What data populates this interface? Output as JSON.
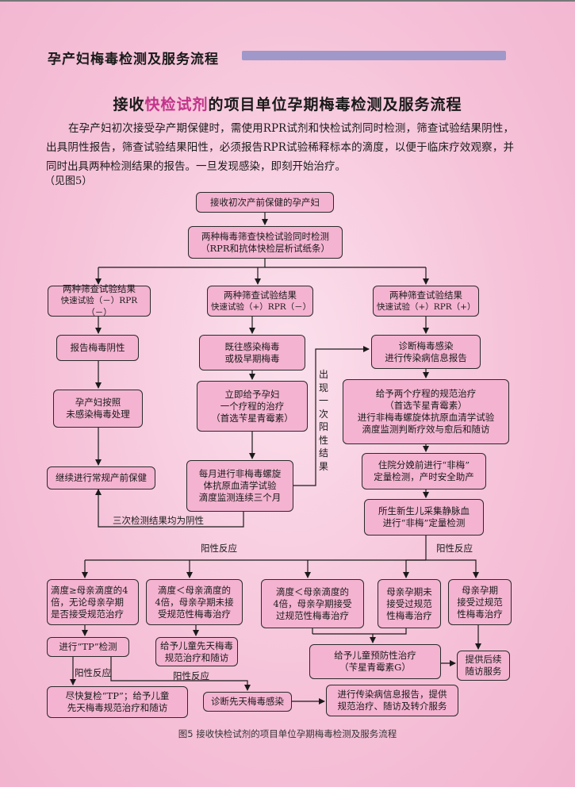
{
  "header": {
    "title": "孕产妇梅毒检测及服务流程"
  },
  "title": {
    "prefix": "接收",
    "highlight": "快检试剂",
    "suffix": "的项目单位孕期梅毒检测及服务流程"
  },
  "intro": "在孕产妇初次接受孕产期保健时，需使用RPR试剂和快检试剂同时检测，筛查试验结果阴性，出具阴性报告，筛查试验结果阳性，必须报告RPR试验稀释标本的滴度，以便于临床疗效观察，并同时出具两种检测结果的报告。一旦发现感染，即刻开始治疗。",
  "see_figure": "（见图5）",
  "nodes": {
    "n1": {
      "l1": "接收初次产前保健的孕产妇"
    },
    "n2": {
      "l1": "两种梅毒筛查快检试验同时检测",
      "l2": "（RPR和抗体快检层析试纸条）"
    },
    "n3a": {
      "l1": "两种筛查试验结果",
      "l2": "快速试验（－）RPR（－）"
    },
    "n3b": {
      "l1": "两种筛查试验结果",
      "l2": "快速试验（+）RPR（－）"
    },
    "n3c": {
      "l1": "两种筛查试验结果",
      "l2": "快速试验（+）RPR（+）"
    },
    "n4a": {
      "l1": "报告梅毒阴性"
    },
    "n4b": {
      "l1": "既往感染梅毒",
      "l2": "或极早期梅毒"
    },
    "n4c": {
      "l1": "诊断梅毒感染",
      "l2": "进行传染病信息报告"
    },
    "n5a": {
      "l1": "孕产妇按照",
      "l2": "未感染梅毒处理"
    },
    "n5b": {
      "l1": "立即给予孕妇",
      "l2": "一个疗程的治疗",
      "l3": "（首选苄星青霉素）"
    },
    "n5c": {
      "l1": "给予两个疗程的规范治疗",
      "l2": "（首选苄星青霉素）",
      "l3": "进行非梅毒螺旋体抗原血清学试验",
      "l4": "滴度监测判断疗效与愈后和随访"
    },
    "n6a": {
      "l1": "继续进行常规产前保健"
    },
    "n6b": {
      "l1": "每月进行非梅毒螺旋",
      "l2": "体抗原血清学试验",
      "l3": "滴度监测连续三个月"
    },
    "n6c": {
      "l1": "住院分娩前进行“非梅”",
      "l2": "定量检测，产时安全助产"
    },
    "n7": {
      "l1": "所生新生儿采集静脉血",
      "l2": "进行“非梅”定量检测"
    },
    "r1": {
      "l1": "滴度≥母亲滴度的4",
      "l2": "倍，无论母亲孕期",
      "l3": "是否接受规范治疗"
    },
    "r2": {
      "l1": "滴度＜母亲滴度的",
      "l2": "4倍，母亲孕期未接",
      "l3": "受规范性梅毒治疗"
    },
    "r3": {
      "l1": "滴度＜母亲滴度的",
      "l2": "4倍，母亲孕期接受",
      "l3": "过规范性梅毒治疗"
    },
    "r4": {
      "l1": "母亲孕期未",
      "l2": "接受过规范",
      "l3": "性梅毒治疗"
    },
    "r5": {
      "l1": "母亲孕期",
      "l2": "接受过规范",
      "l3": "性梅毒治疗"
    },
    "tp": {
      "l1": "进行“TP”检测"
    },
    "cong": {
      "l1": "给予儿童先天梅毒",
      "l2": "规范治疗和随访"
    },
    "prev": {
      "l1": "给予儿童预防性治疗",
      "l2": "（苄星青霉素G）"
    },
    "follow": {
      "l1": "提供后续",
      "l2": "随访服务"
    },
    "recheck": {
      "l1": "尽快复检“TP”；给予儿童",
      "l2": "先天梅毒规范治疗和随访"
    },
    "diag": {
      "l1": "诊断先天梅毒感染"
    },
    "report": {
      "l1": "进行传染病信息报告，提供",
      "l2": "规范治疗、随访及转介服务"
    }
  },
  "labels": {
    "three_negative": "三次检测结果均为阴性",
    "positive_once": "出现一次阳性结果",
    "positive_left": "阳性反应",
    "positive_right": "阳性反应",
    "tp_positive1": "阳性反应",
    "tp_positive2": "阳性反应"
  },
  "caption": "图5  接收快检试剂的项目单位孕期梅毒检测及服务流程"
}
